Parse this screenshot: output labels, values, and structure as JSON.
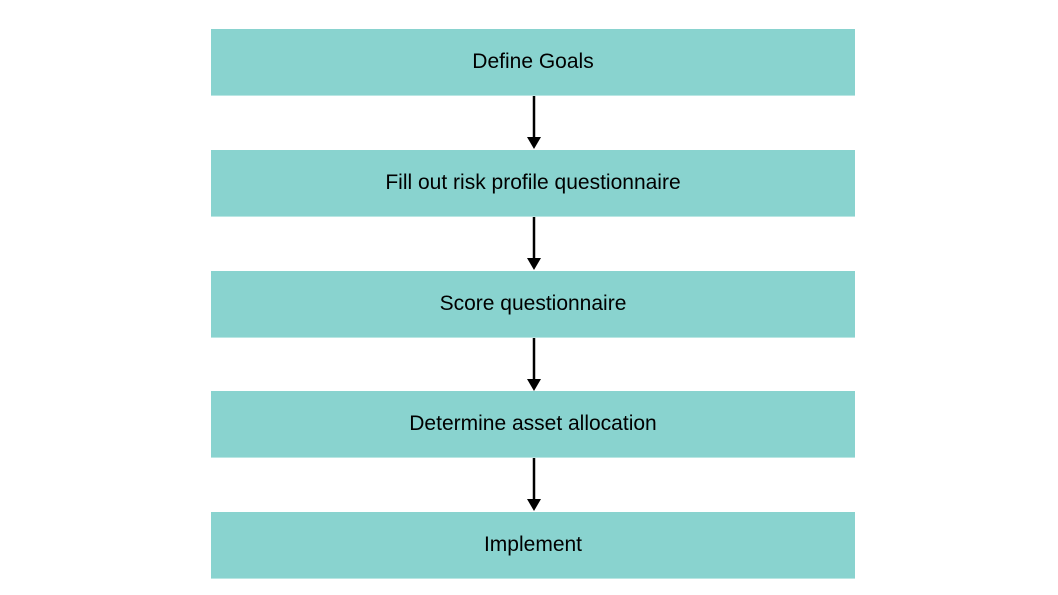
{
  "diagram": {
    "colors": {
      "box_fill": "#89d3cf",
      "arrow": "#000000",
      "text": "#000000"
    },
    "steps": [
      {
        "label": "Define Goals"
      },
      {
        "label": "Fill out risk profile questionnaire"
      },
      {
        "label": "Score questionnaire"
      },
      {
        "label": "Determine asset allocation"
      },
      {
        "label": "Implement"
      }
    ]
  }
}
